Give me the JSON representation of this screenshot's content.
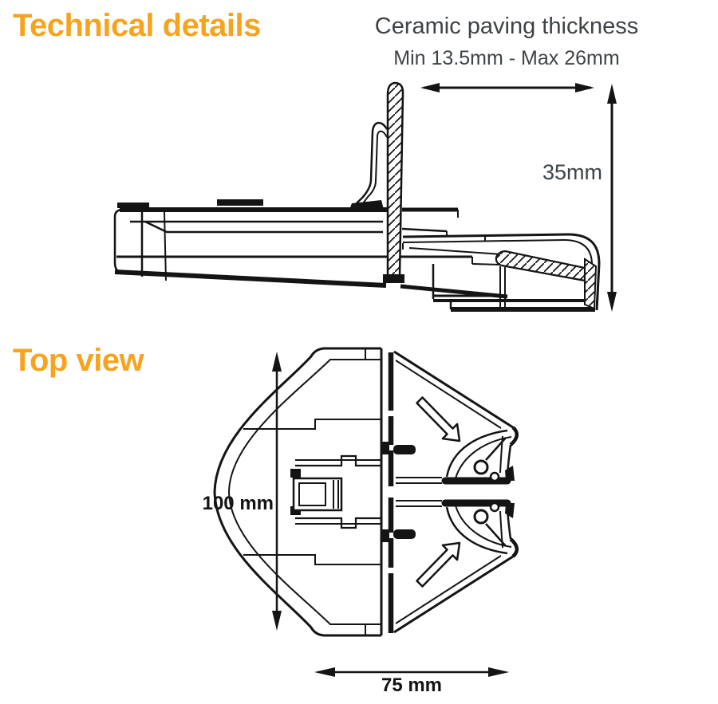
{
  "headings": {
    "technical_details": "Technical details"
  },
  "side_view": {
    "title": "Ceramic paving thickness",
    "range": "Min 13.5mm - Max 26mm",
    "height_dimension": "35mm"
  },
  "top_view": {
    "heading": "Top view",
    "height_dimension": "100 mm",
    "width_dimension": "75 mm"
  },
  "colors": {
    "accent_orange": "#F6A41F",
    "text_gray": "#3E4347",
    "line_black": "#141414",
    "background": "#FFFFFF"
  }
}
